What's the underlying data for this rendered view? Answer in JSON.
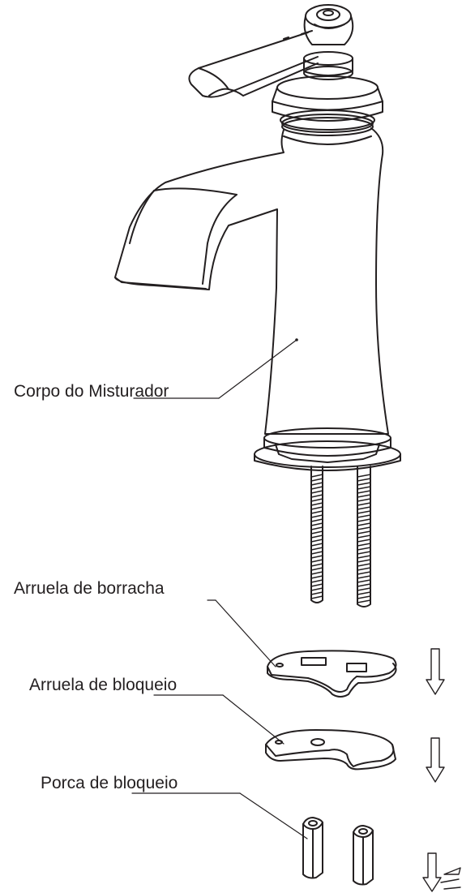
{
  "labels": {
    "body": "Corpo do Misturador",
    "rubber_washer": "Arruela de borracha",
    "lock_washer": "Arruela de bloqueio",
    "lock_nut": "Porca de bloqueio"
  },
  "colors": {
    "line": "#231f20",
    "background": "#ffffff"
  },
  "icons": [
    "down-arrow-icon",
    "rotate-tighten-icon"
  ]
}
